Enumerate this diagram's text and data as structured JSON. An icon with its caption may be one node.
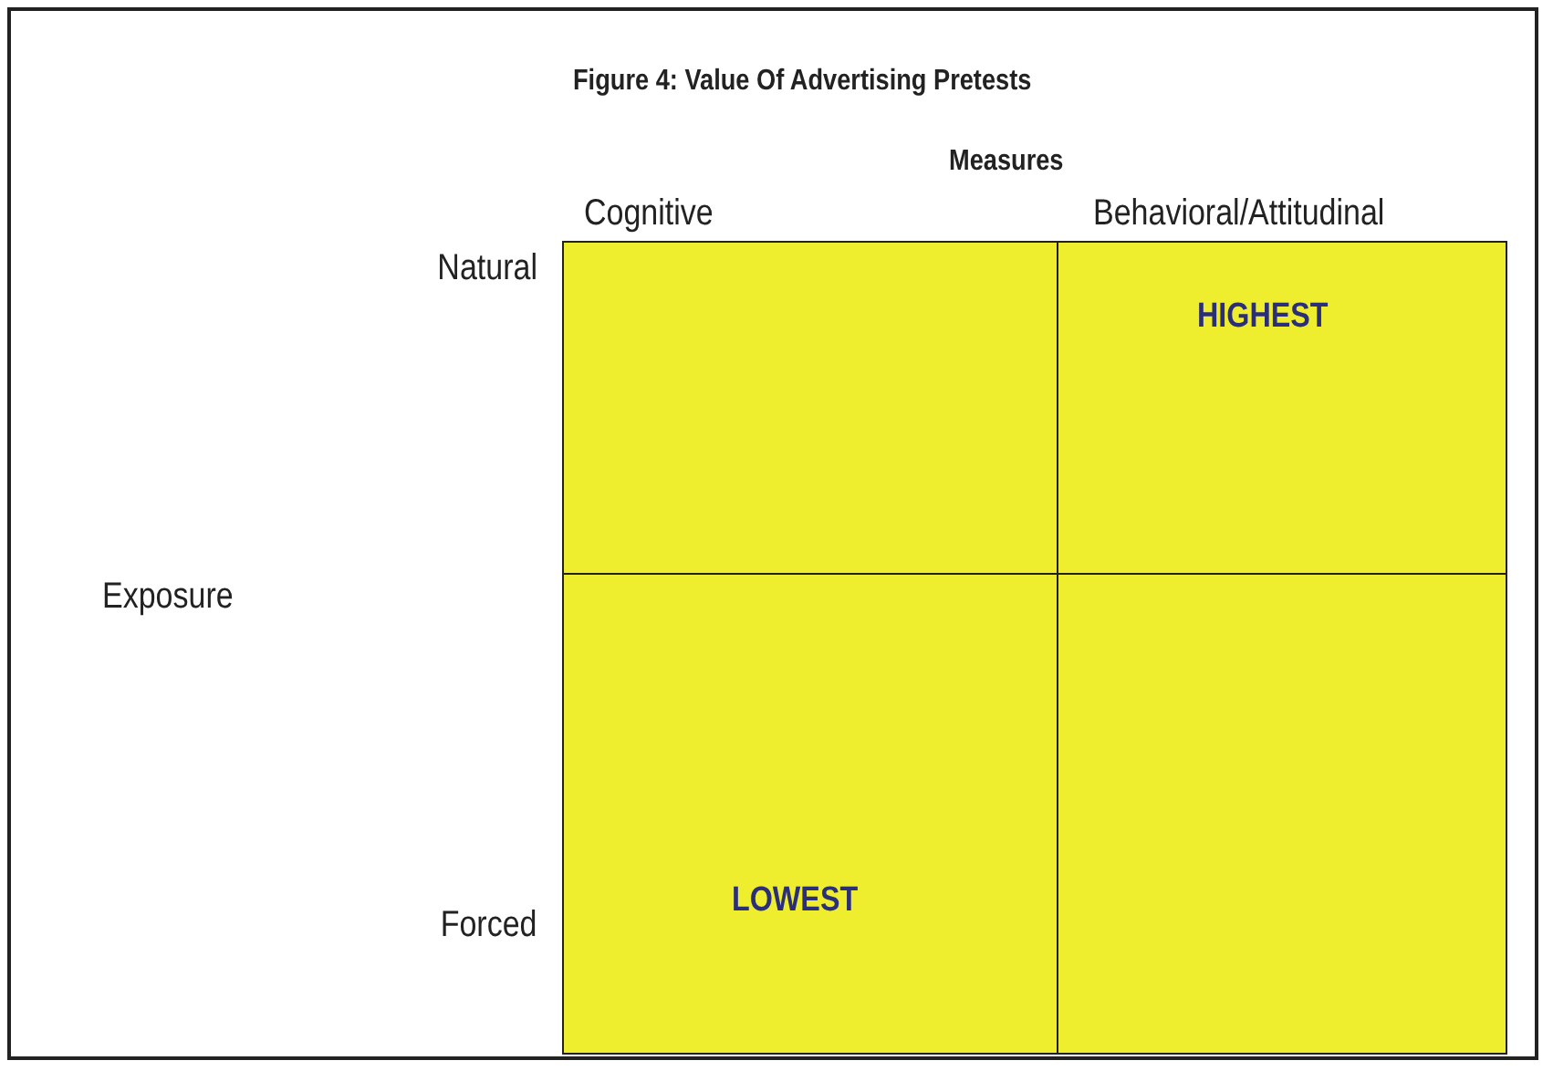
{
  "diagram": {
    "title": "Figure 4: Value Of Advertising Pretests",
    "nodes": [
      {
        "text": [],
        "shape": "box"
      },
      {
        "text": [
          "HIGHEST"
        ]
      },
      {
        "text": [
          "LOWEST"
        ]
      },
      {
        "text": [],
        "shape": "box"
      }
    ],
    "edges": [],
    "labels": [
      "Measures",
      "Cognitive",
      "Behavioral/Attitudinal",
      "Natural",
      "Exposure",
      "Forced"
    ]
  }
}
